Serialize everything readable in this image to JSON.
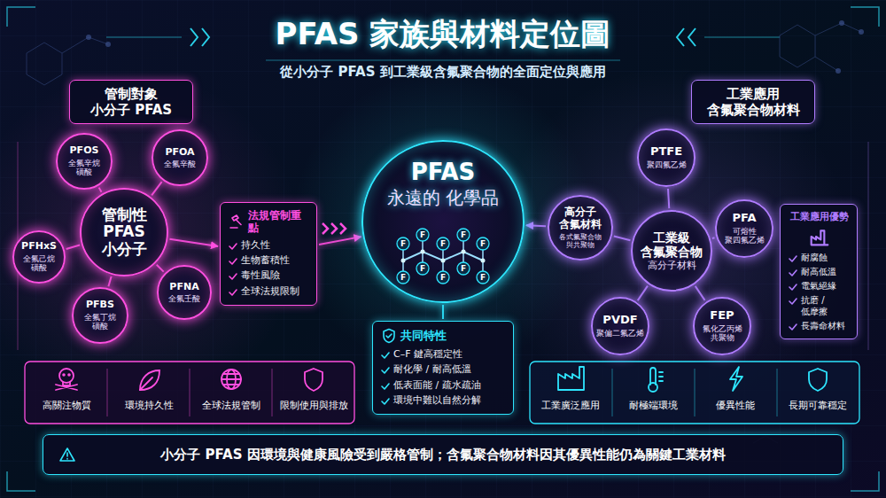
{
  "diagram": {
    "title": "PFAS 家族與材料定位圖",
    "caption": "從小分子 PFAS 到工業級含氟聚合物的全面定位與應用",
    "nodes": [
      {
        "text": [
          "管制對象 小分子 PFAS"
        ]
      },
      {
        "text": [
          "管制性 PFAS 小分子"
        ]
      },
      {
        "text": [
          "PFOS",
          "全氟辛烷磺酸"
        ]
      },
      {
        "text": [
          "PFOA",
          "全氟辛酸"
        ]
      },
      {
        "text": [
          "PFHxS",
          "全氟己烷磺酸"
        ]
      },
      {
        "text": [
          "PFNA",
          "全氟壬酸"
        ]
      },
      {
        "text": [
          "PFBS",
          "全氟丁烷磺酸"
        ]
      },
      {
        "text": [
          "法規管制重點",
          "持久性",
          "生物蓄積性",
          "毒性風險",
          "全球法規限制"
        ]
      },
      {
        "text": [
          "PFAS",
          "永遠的 化學品"
        ]
      },
      {
        "text": [
          "共同特性",
          "C–F 鍵高穩定性",
          "耐化學 / 耐高低溫",
          "低表面能 / 疏水疏油",
          "環境中難以自然分解"
        ]
      },
      {
        "text": [
          "工業應用 含氟聚合物材料"
        ]
      },
      {
        "text": [
          "工業級 含氟聚合物",
          "高分子材料"
        ]
      },
      {
        "text": [
          "PTFE",
          "聚四氟乙烯"
        ]
      },
      {
        "text": [
          "高分子 含氟材料",
          "各式氟聚合物 與共聚物"
        ]
      },
      {
        "text": [
          "PFA",
          "可熔性 聚四氟乙烯"
        ]
      },
      {
        "text": [
          "PVDF",
          "聚偏二氟乙烯"
        ]
      },
      {
        "text": [
          "FEP",
          "氟化乙丙烯 共聚物"
        ]
      },
      {
        "text": [
          "工業應用優勢",
          "耐腐蝕",
          "耐高低溫",
          "電氣絕緣",
          "抗磨 / 低摩擦",
          "長壽命材料"
        ]
      },
      {
        "text": [
          "小分子 PFAS 因環境與健康風險受到嚴格管制；含氟聚合物材料因其優異性能仍為關鍵工業材料"
        ]
      }
    ],
    "edges": [
      {
        "from": 1,
        "to": 2,
        "arrow": "none"
      },
      {
        "from": 1,
        "to": 3,
        "arrow": "none"
      },
      {
        "from": 1,
        "to": 4,
        "arrow": "none"
      },
      {
        "from": 1,
        "to": 5,
        "arrow": "none"
      },
      {
        "from": 1,
        "to": 6,
        "arrow": "none"
      },
      {
        "from": 1,
        "to": 7,
        "arrow": "to"
      },
      {
        "from": 7,
        "to": 8,
        "arrow": "to"
      },
      {
        "from": 8,
        "to": 9,
        "arrow": "none"
      },
      {
        "from": 13,
        "to": 8,
        "arrow": "to"
      },
      {
        "from": 11,
        "to": 12,
        "arrow": "none"
      },
      {
        "from": 11,
        "to": 13,
        "arrow": "none"
      },
      {
        "from": 11,
        "to": 14,
        "arrow": "none"
      },
      {
        "from": 11,
        "to": 15,
        "arrow": "none"
      },
      {
        "from": 11,
        "to": 16,
        "arrow": "none"
      }
    ],
    "labels": [
      "F",
      "F",
      "F",
      "F",
      "F",
      "F",
      "F",
      "F",
      "F",
      "F",
      "高關注物質",
      "環境持久性",
      "全球法規管制",
      "限制使用與排放",
      "工業廣泛應用",
      "耐極端環境",
      "優異性能",
      "長期可靠穩定"
    ]
  }
}
